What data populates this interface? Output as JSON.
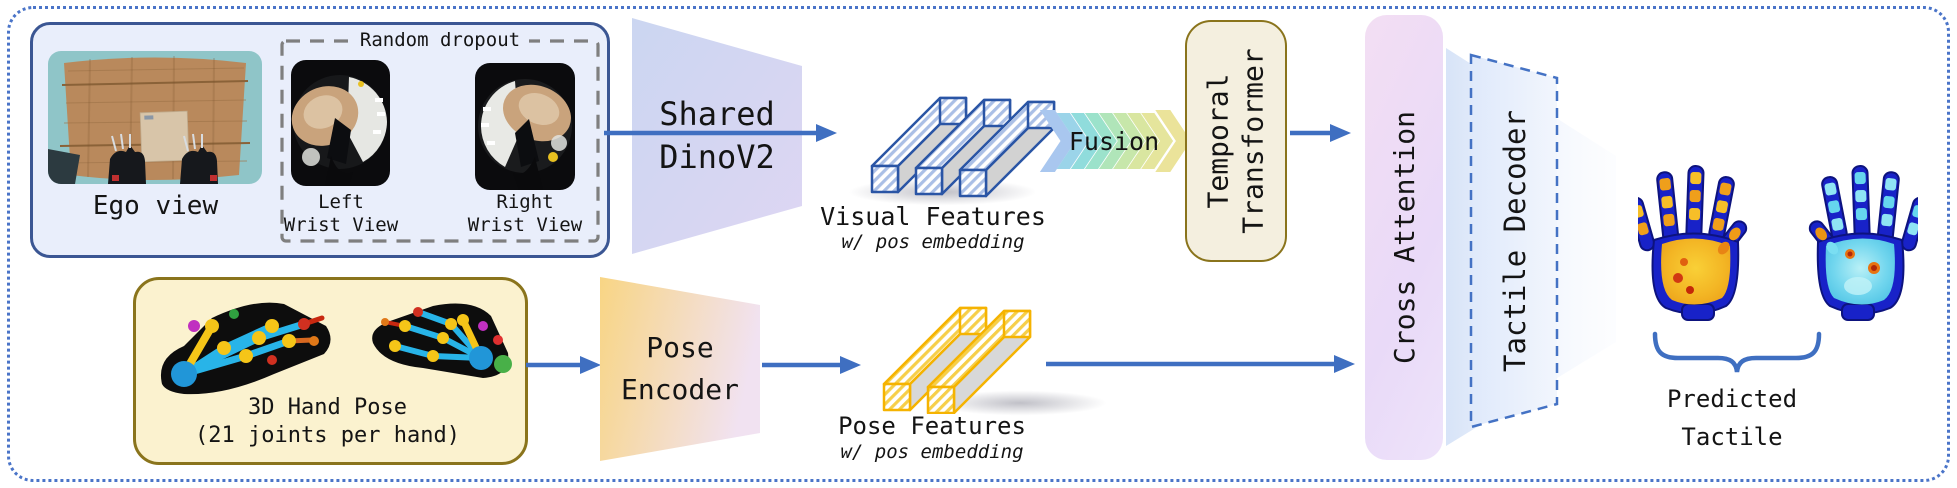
{
  "colors": {
    "arrow-blue": "#3f6fc1",
    "outer-dot-blue": "#4a74c8",
    "panel-fill": "#e9eefb",
    "panel-border": "#3b5693",
    "dropout-gray": "#7f7f7f",
    "gold-border": "#8a741c",
    "temporal-fill": "#f4efdf",
    "pose-panel-fill": "#fbf2cf",
    "decoder-dash-blue": "#4472c4",
    "bar-blue": "#2a55a5",
    "bar-gold": "#f5b301",
    "text": "#141414"
  },
  "visual_input": {
    "ego_label": "Ego view",
    "dropout_label": "Random dropout",
    "left_wrist": {
      "line1": "Left",
      "line2": "Wrist View"
    },
    "right_wrist": {
      "line1": "Right",
      "line2": "Wrist View"
    }
  },
  "pose_input": {
    "line1": "3D Hand Pose",
    "line2": "(21 joints per hand)"
  },
  "blocks": {
    "shared_encoder": {
      "line1": "Shared",
      "line2": "DinoV2"
    },
    "pose_encoder": {
      "line1": "Pose",
      "line2": "Encoder"
    },
    "fusion": "Fusion",
    "temporal": {
      "line1": "Temporal",
      "line2": "Transformer"
    },
    "cross_attention": "Cross Attention",
    "tactile_decoder": "Tactile Decoder"
  },
  "features": {
    "visual": {
      "label": "Visual Features",
      "note": "w/ pos embedding"
    },
    "pose": {
      "label": "Pose Features",
      "note": "w/ pos embedding"
    }
  },
  "output": {
    "line1": "Predicted",
    "line2": "Tactile"
  }
}
